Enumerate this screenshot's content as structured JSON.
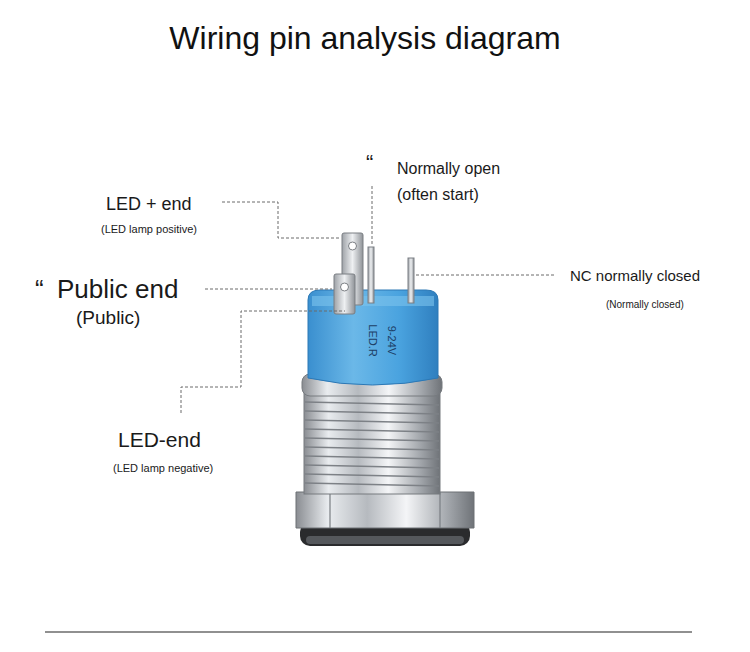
{
  "diagram": {
    "title": "Wiring pin analysis diagram",
    "labels": [
      "“",
      "Normally open",
      "(often start)",
      "LED + end",
      "(LED lamp positive)",
      "“",
      "Public end",
      "(Public)",
      "NC normally closed",
      "(Normally closed)",
      "LED-end",
      "(LED lamp negative)",
      "LED.R",
      "9-24V"
    ]
  }
}
